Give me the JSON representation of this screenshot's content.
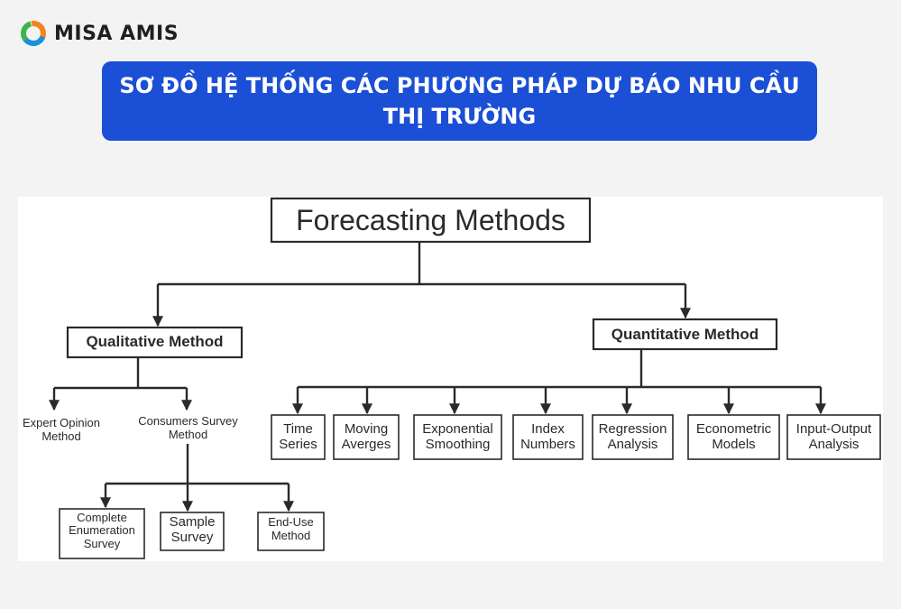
{
  "brand": {
    "logo_text": "MISA AMIS",
    "logo_icon": "misa-ring-icon",
    "colors": {
      "ring_orange": "#f5841f",
      "ring_blue": "#1b8fd8",
      "ring_green": "#3cb54a",
      "banner": "#1b4fd6"
    }
  },
  "banner": {
    "title": "SƠ ĐỒ HỆ THỐNG CÁC PHƯƠNG PHÁP DỰ BÁO NHU CẦU THỊ TRƯỜNG"
  },
  "diagram": {
    "root": "Forecasting Methods",
    "qualitative": {
      "label": "Qualitative Method",
      "children": [
        "Expert Opinion\nMethod",
        "Consumers Survey\nMethod"
      ],
      "survey_children": [
        "Complete\nEnumeration\nSurvey",
        "Sample\nSurvey",
        "End-Use\nMethod"
      ]
    },
    "quantitative": {
      "label": "Quantitative Method",
      "children": [
        "Time\nSeries",
        "Moving\nAverges",
        "Exponential\nSmoothing",
        "Index\nNumbers",
        "Regression\nAnalysis",
        "Econometric\nModels",
        "Input-Output\nAnalysis"
      ]
    }
  }
}
